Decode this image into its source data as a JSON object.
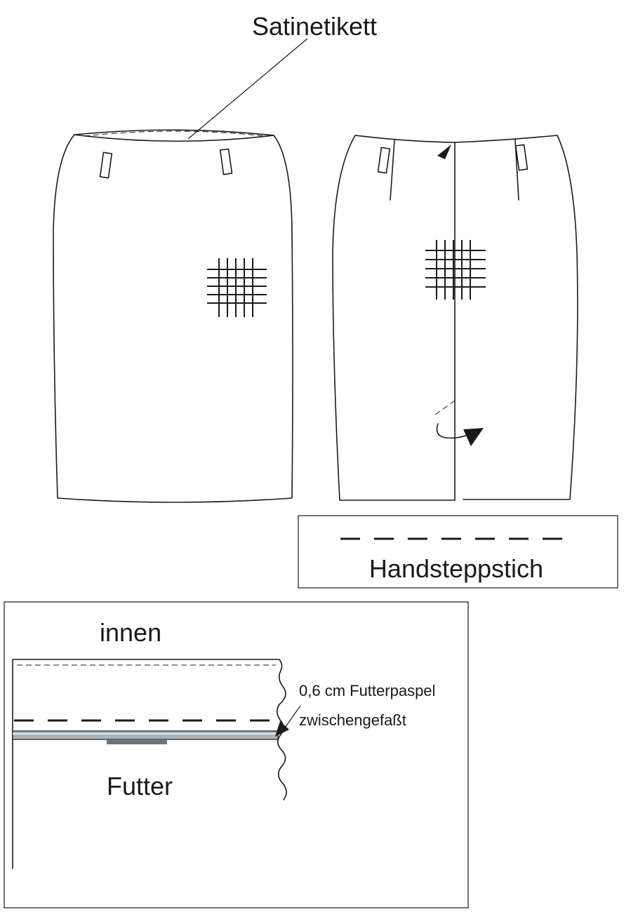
{
  "labels": {
    "satin_label": "Satinetikett",
    "legend": "Handsteppstich",
    "inside": "innen",
    "piping_line1": "0,6 cm Futterpaspel",
    "piping_line2": "zwischengefaßt",
    "lining": "Futter"
  },
  "colors": {
    "line": "#1a1a1a",
    "piping_fill": "#a9b3bb",
    "piping_dark": "#6f7478"
  }
}
